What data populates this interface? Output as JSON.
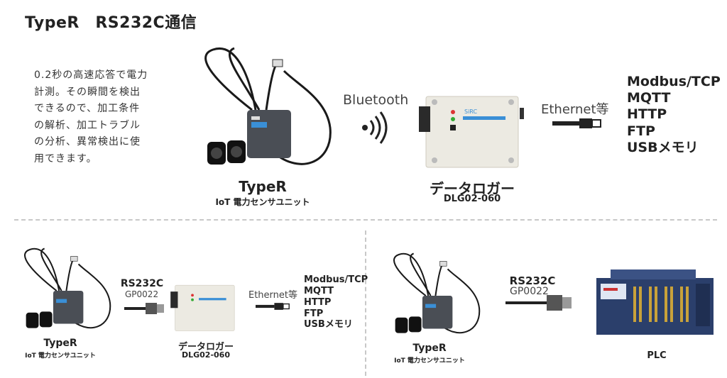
{
  "title": "TypeR　RS232C通信",
  "description_lines": [
    "0.2秒の高速応答で電力",
    "計測。その瞬間を検出",
    "できるので、加工条件",
    "の解析、加工トラブル",
    "の分析、異常検出に使",
    "用できます。"
  ],
  "top": {
    "sensor_name": "TypeR",
    "sensor_sub": "IoT 電力センサユニット",
    "link1": "Bluetooth",
    "logger_name": "データロガー",
    "logger_model": "DLG02-060",
    "link2": "Ethernet等",
    "protocols": [
      "Modbus/TCP",
      "MQTT",
      "HTTP",
      "FTP",
      "USBメモリ"
    ]
  },
  "bottom_left": {
    "link1": "RS232C",
    "link1_sub": "GP0022",
    "sensor_name": "TypeR",
    "sensor_sub": "IoT 電力センサユニット",
    "logger_name": "データロガー",
    "logger_model": "DLG02-060",
    "link2": "Ethernet等",
    "protocols": [
      "Modbus/TCP",
      "MQTT",
      "HTTP",
      "FTP",
      "USBメモリ"
    ]
  },
  "bottom_right": {
    "link1": "RS232C",
    "link1_sub": "GP0022",
    "sensor_name": "TypeR",
    "sensor_sub": "IoT 電力センサユニット",
    "plc_label": "PLC"
  },
  "device_brand": "SiRC",
  "colors": {
    "sensor_body": "#4a4e55",
    "logger_body": "#eceae2",
    "plc_body": "#2b3f6b",
    "accent": "#3a8fd6"
  }
}
